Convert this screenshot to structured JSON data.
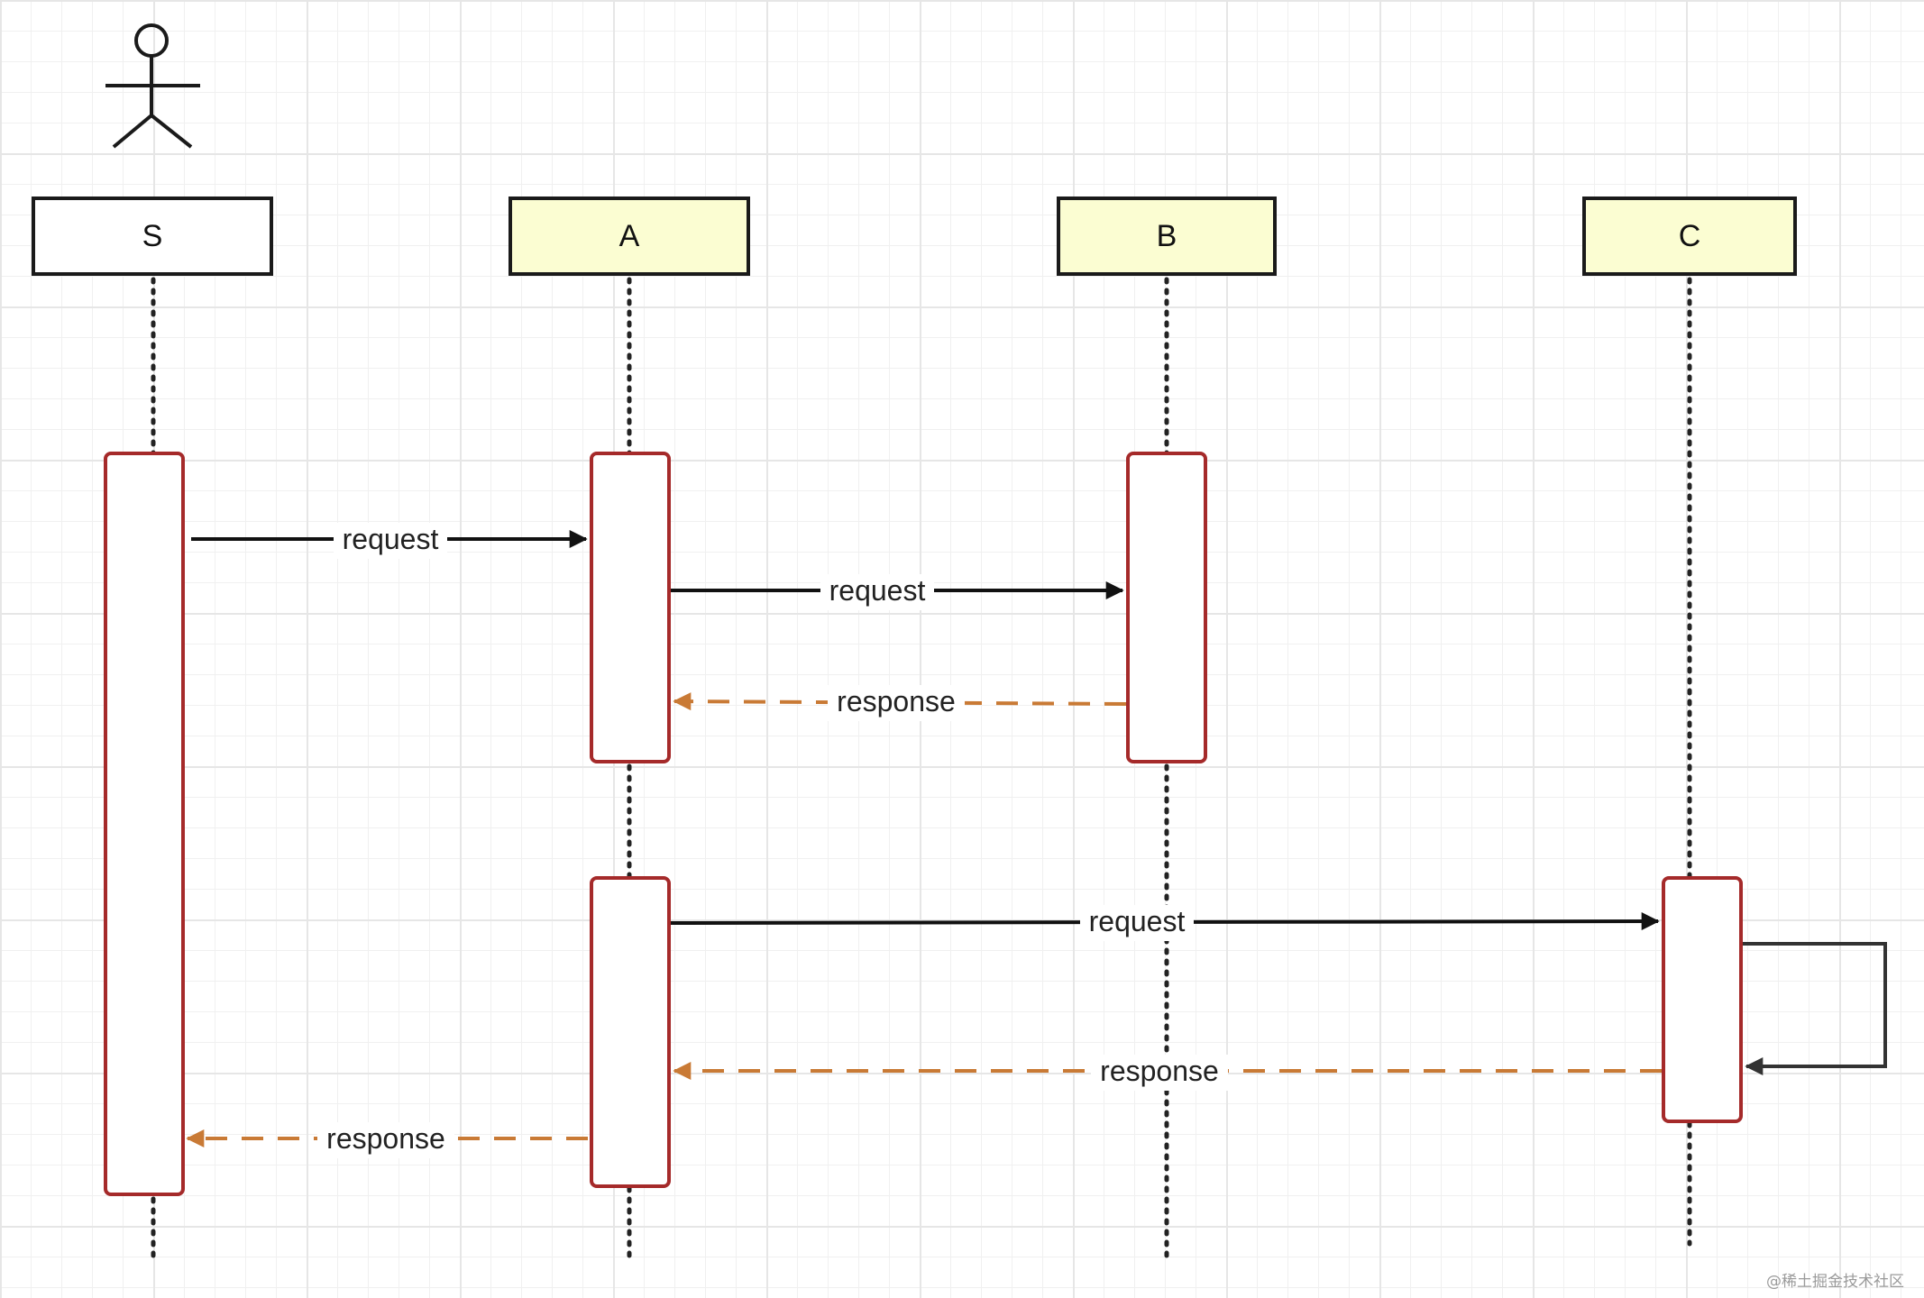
{
  "diagram": {
    "type": "sequence-diagram",
    "actor": {
      "label": ""
    },
    "participants": [
      {
        "id": "S",
        "label": "S",
        "fill": "#ffffff"
      },
      {
        "id": "A",
        "label": "A",
        "fill": "#fbfdd2"
      },
      {
        "id": "B",
        "label": "B",
        "fill": "#fbfdd2"
      },
      {
        "id": "C",
        "label": "C",
        "fill": "#fbfdd2"
      }
    ],
    "messages": [
      {
        "from": "S",
        "to": "A",
        "label": "request",
        "kind": "sync"
      },
      {
        "from": "A",
        "to": "B",
        "label": "request",
        "kind": "sync"
      },
      {
        "from": "B",
        "to": "A",
        "label": "response",
        "kind": "reply"
      },
      {
        "from": "A",
        "to": "C",
        "label": "request",
        "kind": "sync"
      },
      {
        "from": "C",
        "to": "C",
        "label": "",
        "kind": "self"
      },
      {
        "from": "C",
        "to": "A",
        "label": "response",
        "kind": "reply"
      },
      {
        "from": "A",
        "to": "S",
        "label": "response",
        "kind": "reply"
      }
    ]
  },
  "colors": {
    "request_line": "#111111",
    "response_line": "#c97a35",
    "activation_border": "#a52a2a",
    "self_call_line": "#333333",
    "lifeline": "#222222"
  },
  "watermark": "@稀土掘金技术社区"
}
